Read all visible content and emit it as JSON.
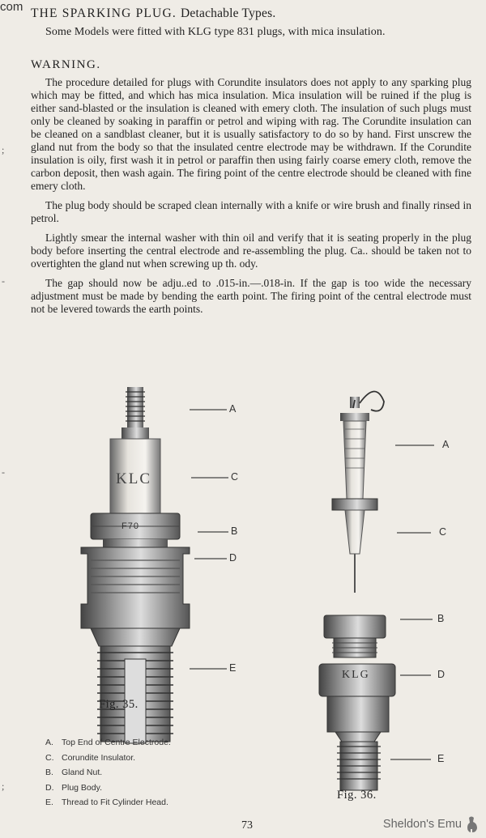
{
  "margin_fragment": "com",
  "margin_marks": [
    ";",
    "-",
    "-",
    ";"
  ],
  "title_main": "THE SPARKING PLUG.",
  "title_sub": "Detachable Types.",
  "subtitle": "Some Models were fitted with KLG type 831 plugs, with mica insulation.",
  "warning_heading": "WARNING.",
  "paragraphs": [
    "The procedure detailed for plugs with Corundite insulators does not apply to any sparking plug which may be fitted, and which has mica insulation. Mica insulation will be ruined if the plug is either sand-blasted or the insulation is cleaned with emery cloth. The insulation of such plugs must only be cleaned by soaking in paraffin or petrol and wiping with rag. The Corundite insulation can be cleaned on a sandblast cleaner, but it is usually satisfactory to do so by hand. First unscrew the gland nut from the body so that the insulated centre electrode may be withdrawn. If the Corundite insulation is oily, first wash it in petrol or paraffin then using fairly coarse emery cloth, remove the carbon deposit, then wash again. The firing point of the centre electrode should be cleaned with fine emery cloth.",
    "The plug body should be scraped clean internally with a knife or wire brush and finally rinsed in petrol.",
    "Lightly smear the internal washer with thin oil and verify that it is seating properly in the plug body before inserting the central electrode and re-assembling the plug. Ca.. should be taken not to overtighten the gland nut when screwing up th. ody.",
    "The gap should now be adju..ed to .015-in.—.018-in. If the gap is too wide the necessary adjustment must be made by bending the earth point. The firing point of the central electrode must not be levered towards the earth points."
  ],
  "fig35": {
    "insulator_text": "KLC",
    "nut_text": "F70",
    "callouts": [
      "A",
      "C",
      "B",
      "D",
      "E"
    ],
    "caption": "Fig. 35."
  },
  "fig36": {
    "body_text": "KLG",
    "callouts": [
      "A",
      "C",
      "B",
      "D",
      "E"
    ],
    "caption": "Fig. 36."
  },
  "legend": [
    {
      "letter": "A.",
      "text": "Top End of Centre Electrode."
    },
    {
      "letter": "C.",
      "text": "Corundite Insulator."
    },
    {
      "letter": "B.",
      "text": "Gland Nut."
    },
    {
      "letter": "D.",
      "text": "Plug Body."
    },
    {
      "letter": "E.",
      "text": "Thread to Fit Cylinder Head."
    }
  ],
  "page_number": "73",
  "watermark": "Sheldon's Emu"
}
